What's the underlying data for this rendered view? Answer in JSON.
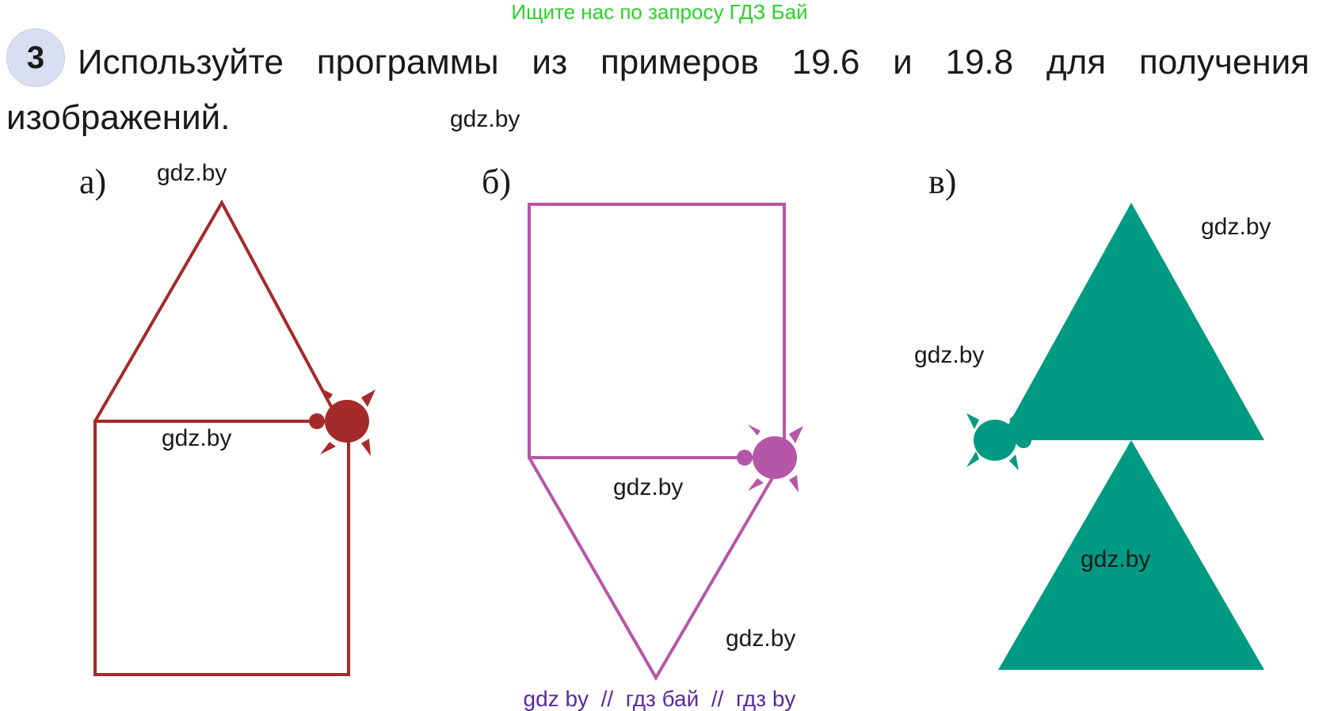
{
  "banner": "Ищите нас по запросу ГДЗ Бай",
  "task": {
    "number": "3",
    "text": "Используйте программы из примеров 19.6 и 19.8 для получения изображений."
  },
  "labels": {
    "a": "а)",
    "b": "б)",
    "v": "в)"
  },
  "watermarks": [
    "gdz.by",
    "gdz.by",
    "gdz.by",
    "gdz.by",
    "gdz.by",
    "gdz.by",
    "gdz.by",
    "gdz.by"
  ],
  "footer": {
    "link1": "gdz by",
    "sep1": "//",
    "link2": "гдз бай",
    "sep2": "//",
    "link3": "гдз by"
  },
  "colors": {
    "figure_a": "#a52a2a",
    "figure_b": "#b556a8",
    "figure_v": "#009a82",
    "banner": "#2bd12b",
    "footer": "#5a2a9c"
  },
  "icons": [
    "turtle-icon",
    "turtle-icon",
    "turtle-icon"
  ]
}
